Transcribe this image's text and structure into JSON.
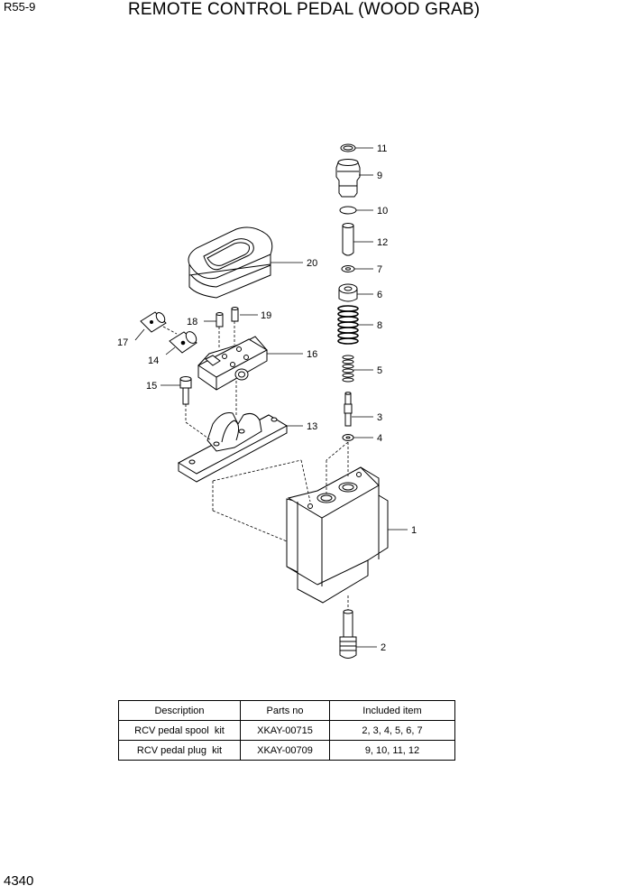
{
  "header": {
    "model": "R55-9",
    "title": "REMOTE CONTROL PEDAL (WOOD GRAB)"
  },
  "callouts": {
    "n1": "1",
    "n2": "2",
    "n3": "3",
    "n4": "4",
    "n5": "5",
    "n6": "6",
    "n7": "7",
    "n8": "8",
    "n9": "9",
    "n10": "10",
    "n11": "11",
    "n12": "12",
    "n13": "13",
    "n14": "14",
    "n15": "15",
    "n16": "16",
    "n17": "17",
    "n18": "18",
    "n19": "19",
    "n20": "20"
  },
  "kit_table": {
    "headers": [
      "Description",
      "Parts no",
      "Included item"
    ],
    "rows": [
      [
        "RCV pedal spool  kit",
        "XKAY-00715",
        "2, 3, 4, 5, 6, 7"
      ],
      [
        "RCV pedal plug  kit",
        "XKAY-00709",
        "9, 10, 11, 12"
      ]
    ]
  },
  "footer": {
    "page_number": "4340"
  }
}
